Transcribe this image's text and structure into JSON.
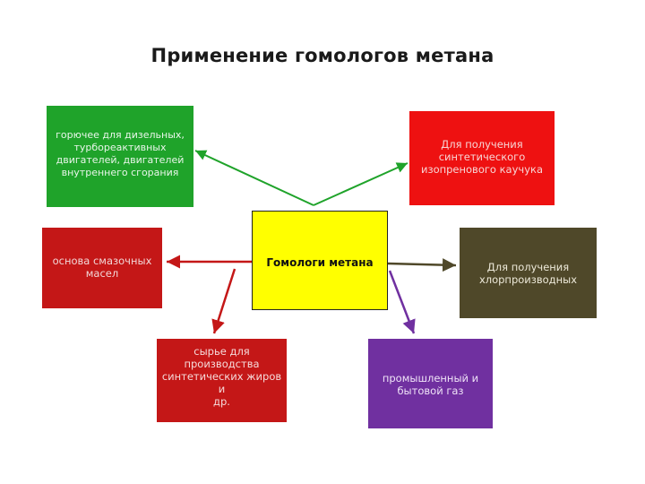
{
  "title": "Применение гомологов метана",
  "center": {
    "label": "Гомологи метана"
  },
  "boxes": {
    "fuel": "горючее для дизельных,\nтурбореактивных\nдвигателей, двигателей\nвнутреннего сгорания",
    "rubber": "Для получения\nсинтетического\nизопренового каучука",
    "oils": "основа смазочных\nмасел",
    "chlorine": "Для получения\nхлорпроизводных",
    "fats": "сырье для\nпроизводства\nсинтетических жиров и\nдр.",
    "gas": "промышленный и\nбытовой газ"
  },
  "colors": {
    "green": "#1fa32a",
    "red": "#ee1111",
    "dark_red": "#c41717",
    "yellow": "#ffff00",
    "olive": "#4f4829",
    "purple": "#7030a0"
  }
}
